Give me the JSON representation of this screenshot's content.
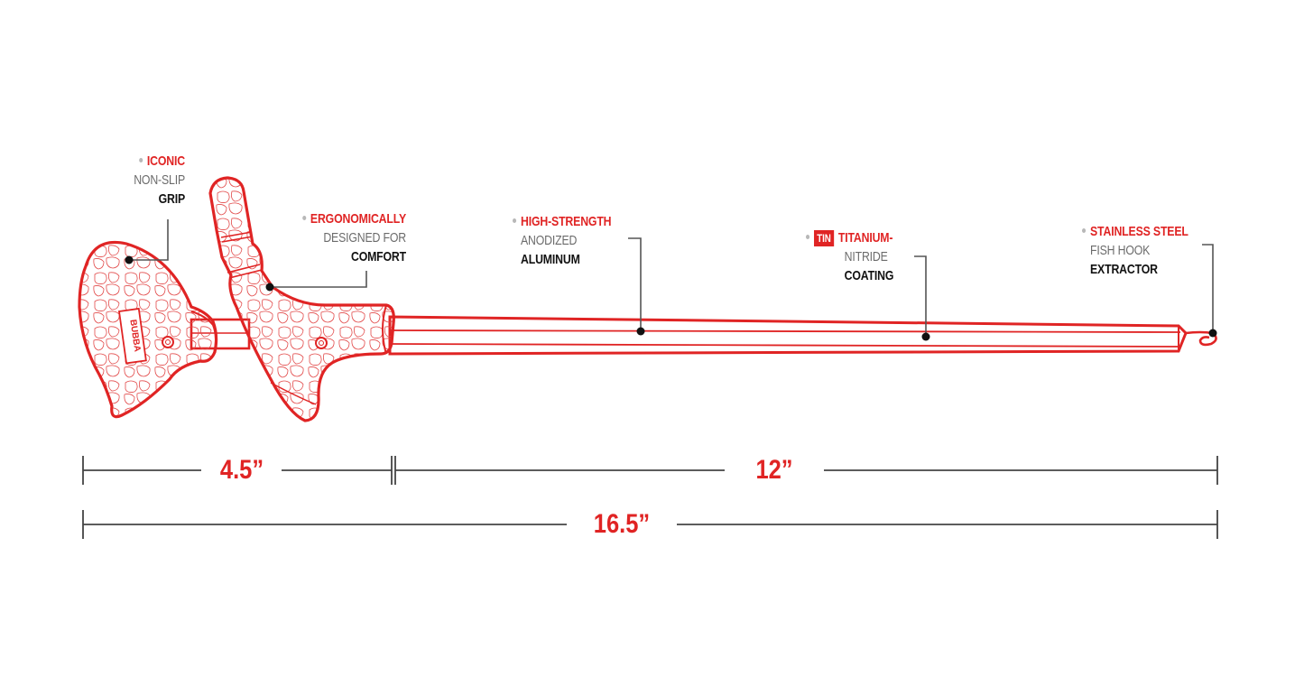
{
  "colors": {
    "accent_red": "#e02424",
    "gray_text": "#6b6b6b",
    "black_text": "#111111",
    "leader_line": "#555555",
    "dimension_line": "#444444",
    "background": "#ffffff"
  },
  "product": {
    "logo_text": "BUBBA"
  },
  "callouts": [
    {
      "id": "grip",
      "line1": "ICONIC",
      "line2": "NON-SLIP",
      "line3": "GRIP"
    },
    {
      "id": "ergonomic",
      "line1": "ERGONOMICALLY",
      "line2": "DESIGNED FOR",
      "line3": "COMFORT"
    },
    {
      "id": "aluminum",
      "line1": "HIGH-STRENGTH",
      "line2": "ANODIZED",
      "line3": "ALUMINUM"
    },
    {
      "id": "coating",
      "badge": "TiN",
      "line1": "TITANIUM-",
      "line2": "NITRIDE",
      "line3": "COATING"
    },
    {
      "id": "extractor",
      "line1": "STAINLESS STEEL",
      "line2": "FISH HOOK",
      "line3": "EXTRACTOR"
    }
  ],
  "dimensions": {
    "handle": "4.5”",
    "shaft": "12”",
    "total": "16.5”"
  }
}
